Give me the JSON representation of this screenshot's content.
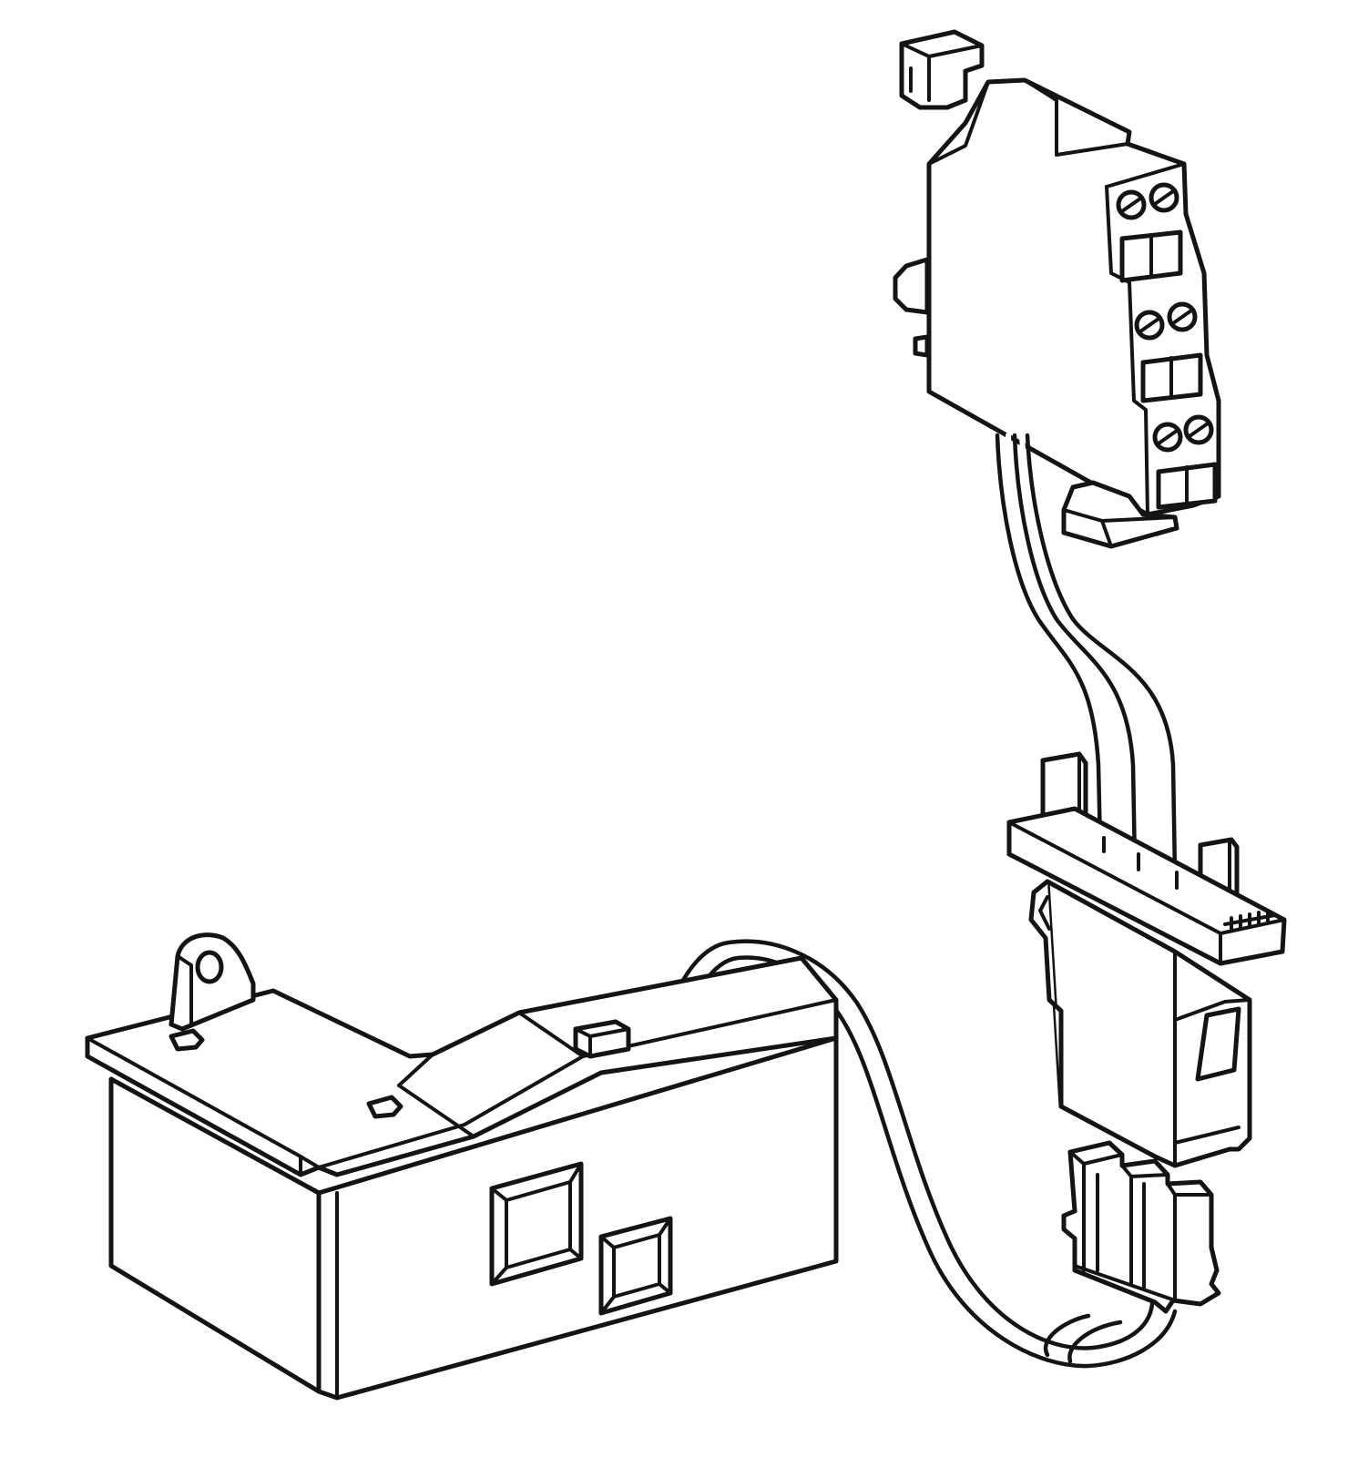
{
  "diagram": {
    "kind": "technical line drawing",
    "colors": {
      "line": "#141414",
      "background": "#ffffff"
    },
    "components": [
      "auxiliary-contact-block",
      "wire-bundle-upper",
      "connector-socket",
      "connector-plug",
      "wire-bundle-lower",
      "trip-unit-housing"
    ]
  }
}
